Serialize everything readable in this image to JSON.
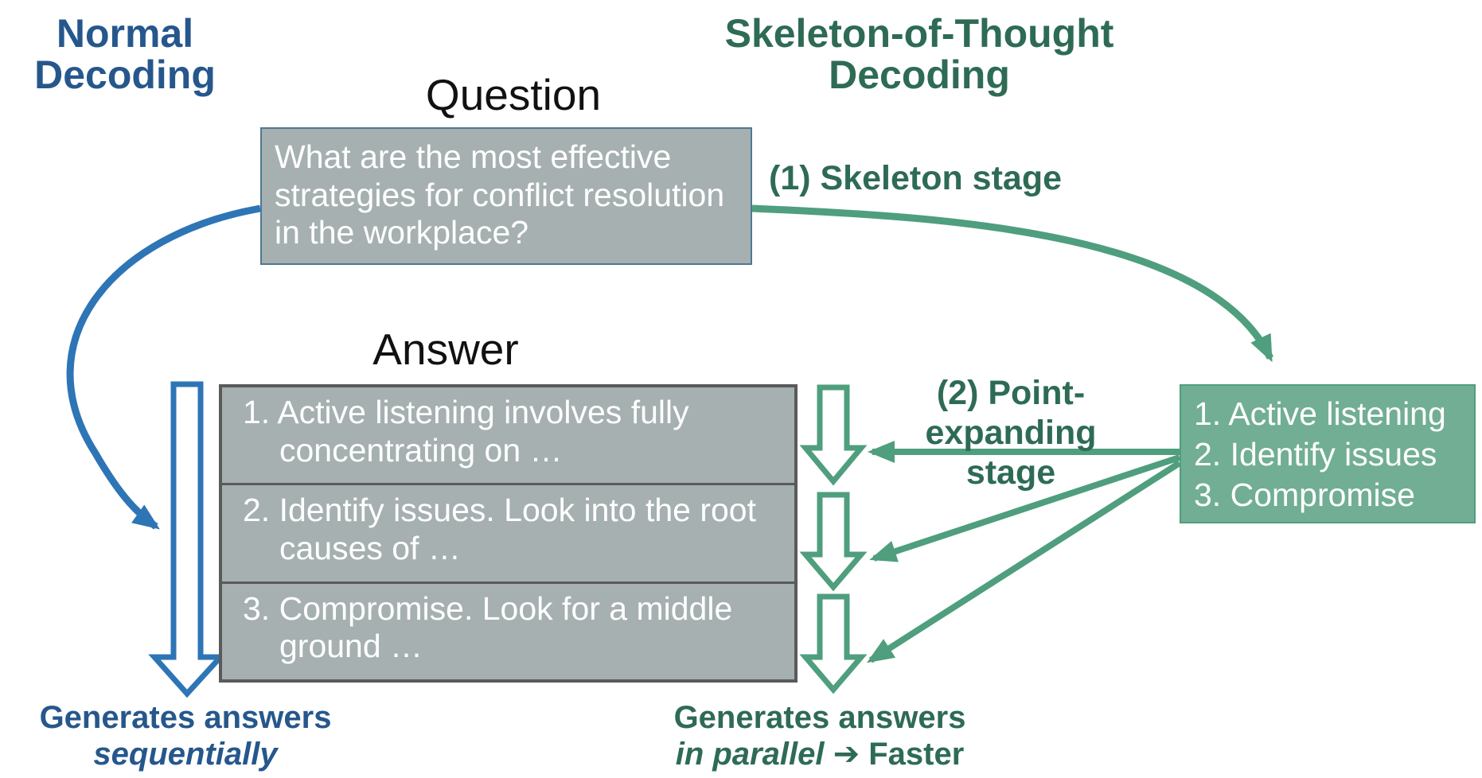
{
  "colors": {
    "blue-text": "#26578C",
    "blue-arrow": "#2E75B6",
    "green-text": "#2E6B55",
    "green-arrow": "#4F9E7E",
    "green-box-fill": "#71AE94",
    "gray-box-fill": "#A6B0B0",
    "gray-border": "#5A5A5A",
    "question-border": "#4E7992"
  },
  "left_title": {
    "line1": "Normal",
    "line2": "Decoding"
  },
  "right_title": {
    "line1": "Skeleton-of-Thought",
    "line2": "Decoding"
  },
  "question": {
    "heading": "Question",
    "text": "What are the most effective strategies for conflict resolution in the workplace?"
  },
  "answer": {
    "heading": "Answer",
    "items": [
      "1. Active listening involves fully concentrating on …",
      "2. Identify issues. Look into the root causes of …",
      "3. Compromise. Look for a middle ground …"
    ]
  },
  "skeleton": {
    "items": [
      "1. Active listening",
      "2. Identify issues",
      "3. Compromise"
    ]
  },
  "stage1_label": "(1) Skeleton stage",
  "stage2_label": {
    "line1": "(2) Point-expanding",
    "line2": "stage"
  },
  "caption_left": {
    "line1": "Generates answers",
    "line2": "sequentially"
  },
  "caption_right": {
    "line1": "Generates answers",
    "line2_italic": "in parallel",
    "arrow": "➔",
    "line2_rest": "Faster"
  }
}
